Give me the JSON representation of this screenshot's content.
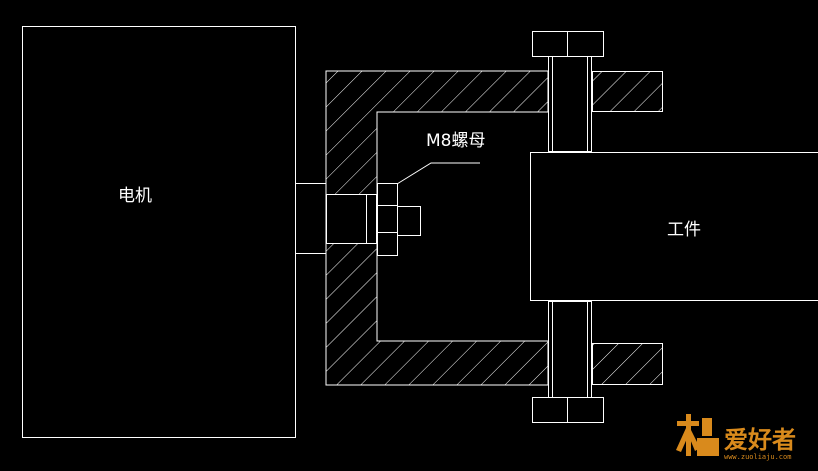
{
  "labels": {
    "motor": "电机",
    "nut": "M8螺母",
    "workpiece": "工件"
  },
  "watermark": {
    "text": "爱好者",
    "url": "www.zuoliaju.com"
  },
  "colors": {
    "background": "#000000",
    "line": "#ffffff",
    "watermark": "#d98a1c"
  }
}
